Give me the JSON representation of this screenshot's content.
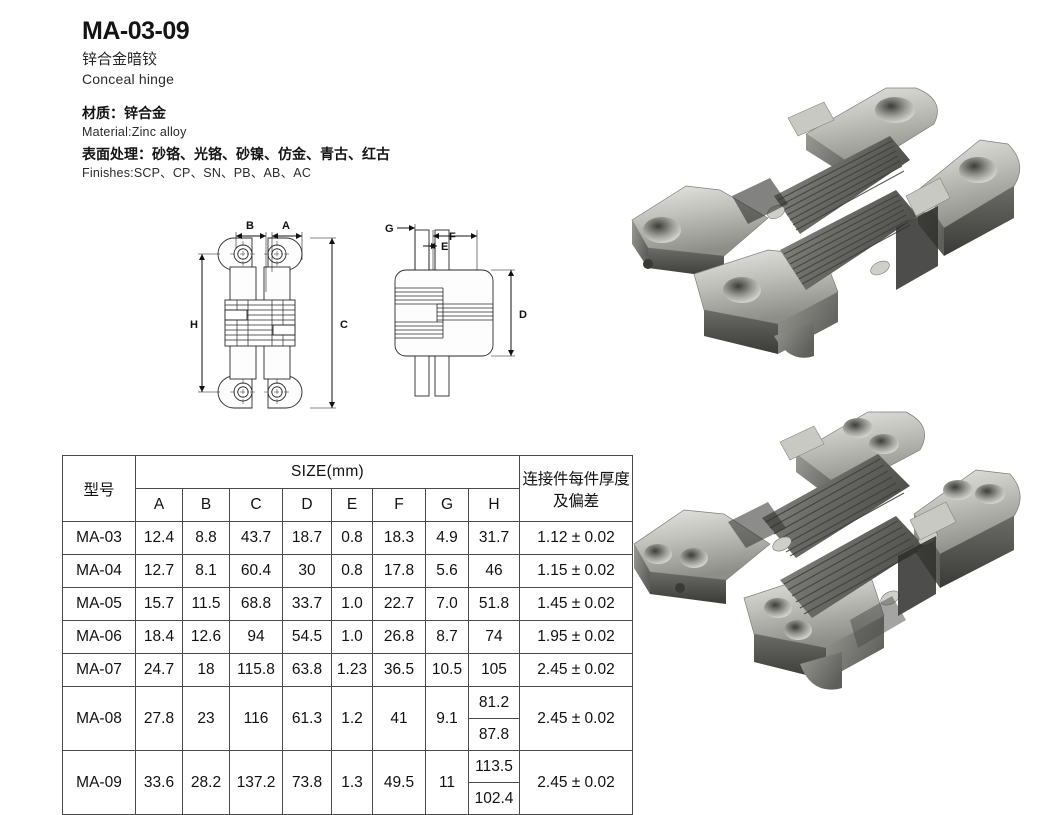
{
  "header": {
    "model_code": "MA-03-09",
    "name_cn": "锌合金暗铰",
    "name_en": "Conceal hinge",
    "material_cn": "材质：锌合金",
    "material_en": "Material:Zinc alloy",
    "finishes_cn": "表面处理：砂铬、光铬、砂镍、仿金、青古、红古",
    "finishes_en": "Finishes:SCP、CP、SN、PB、AB、AC"
  },
  "drawings": {
    "front_view": {
      "labels": [
        "B",
        "A",
        "C",
        "H"
      ]
    },
    "side_view": {
      "labels": [
        "G",
        "F",
        "E",
        "D"
      ]
    }
  },
  "table": {
    "header": {
      "model": "型号",
      "size_group": "SIZE(mm)",
      "columns": [
        "A",
        "B",
        "C",
        "D",
        "E",
        "F",
        "G",
        "H"
      ],
      "tolerance": "连接件每件厚度及偏差"
    },
    "rows": [
      {
        "model": "MA-03",
        "A": "12.4",
        "B": "8.8",
        "C": "43.7",
        "D": "18.7",
        "E": "0.8",
        "F": "18.3",
        "G": "4.9",
        "H": [
          "31.7"
        ],
        "tol": "1.12 ± 0.02"
      },
      {
        "model": "MA-04",
        "A": "12.7",
        "B": "8.1",
        "C": "60.4",
        "D": "30",
        "E": "0.8",
        "F": "17.8",
        "G": "5.6",
        "H": [
          "46"
        ],
        "tol": "1.15 ± 0.02"
      },
      {
        "model": "MA-05",
        "A": "15.7",
        "B": "11.5",
        "C": "68.8",
        "D": "33.7",
        "E": "1.0",
        "F": "22.7",
        "G": "7.0",
        "H": [
          "51.8"
        ],
        "tol": "1.45 ± 0.02"
      },
      {
        "model": "MA-06",
        "A": "18.4",
        "B": "12.6",
        "C": "94",
        "D": "54.5",
        "E": "1.0",
        "F": "26.8",
        "G": "8.7",
        "H": [
          "74"
        ],
        "tol": "1.95 ± 0.02"
      },
      {
        "model": "MA-07",
        "A": "24.7",
        "B": "18",
        "C": "115.8",
        "D": "63.8",
        "E": "1.23",
        "F": "36.5",
        "G": "10.5",
        "H": [
          "105"
        ],
        "tol": "2.45 ± 0.02"
      },
      {
        "model": "MA-08",
        "A": "27.8",
        "B": "23",
        "C": "116",
        "D": "61.3",
        "E": "1.2",
        "F": "41",
        "G": "9.1",
        "H": [
          "81.2",
          "87.8"
        ],
        "tol": "2.45 ± 0.02"
      },
      {
        "model": "MA-09",
        "A": "33.6",
        "B": "28.2",
        "C": "137.2",
        "D": "73.8",
        "E": "1.3",
        "F": "49.5",
        "G": "11",
        "H": [
          "113.5",
          "102.4"
        ],
        "tol": "2.45 ± 0.02"
      }
    ]
  },
  "photos": [
    {
      "name": "hinge-photo-single-hole",
      "caption": ""
    },
    {
      "name": "hinge-photo-double-hole",
      "caption": ""
    }
  ],
  "colors": {
    "line": "#4a4a4a",
    "text": "#111111",
    "metal_light": "#d8d8d4",
    "metal_mid": "#a9a9a4",
    "metal_dark": "#6e6e6a",
    "metal_darkest": "#3f3f3d"
  }
}
